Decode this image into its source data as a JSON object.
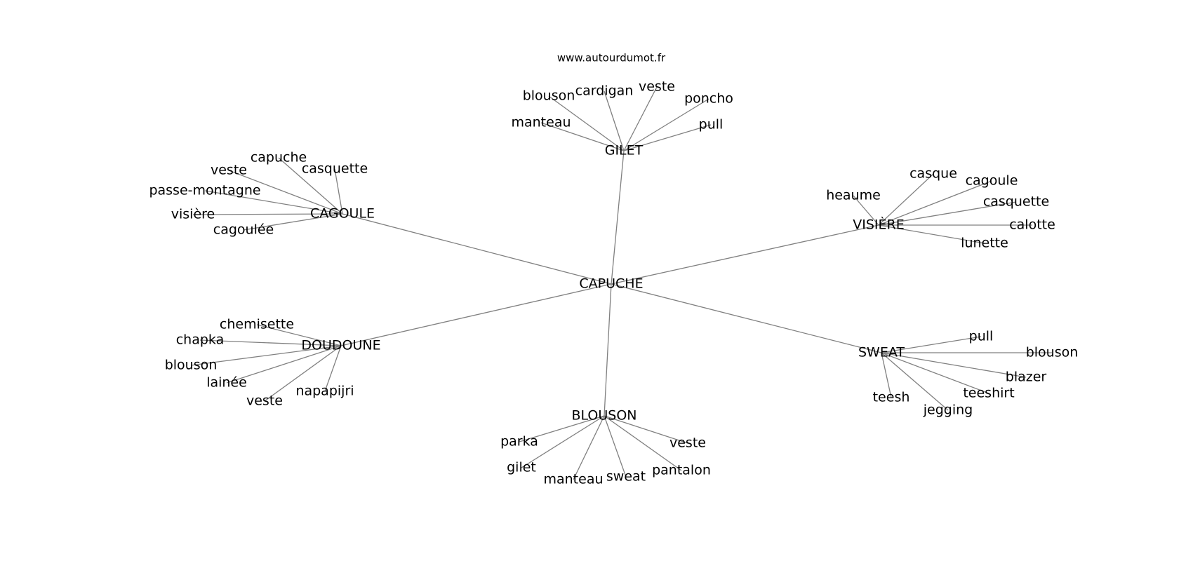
{
  "site": "www.autourdumot.fr",
  "graph": {
    "center": "CAPUCHE",
    "hubs": [
      {
        "id": "gilet",
        "label": "GILET",
        "leaves": [
          "blouson",
          "cardigan",
          "veste",
          "poncho",
          "manteau",
          "pull"
        ]
      },
      {
        "id": "cagoule",
        "label": "CAGOULE",
        "leaves": [
          "capuche",
          "veste",
          "casquette",
          "passe-montagne",
          "visière",
          "cagoulée"
        ]
      },
      {
        "id": "visiere",
        "label": "VISIÈRE",
        "leaves": [
          "casque",
          "heaume",
          "cagoule",
          "casquette",
          "calotte",
          "lunette"
        ]
      },
      {
        "id": "doudoune",
        "label": "DOUDOUNE",
        "leaves": [
          "chemisette",
          "chapka",
          "blouson",
          "lainée",
          "veste",
          "napapijri"
        ]
      },
      {
        "id": "sweat",
        "label": "SWEAT",
        "leaves": [
          "pull",
          "blouson",
          "blazer",
          "teeshirt",
          "teesh",
          "jegging"
        ]
      },
      {
        "id": "blouson",
        "label": "BLOUSON",
        "leaves": [
          "parka",
          "veste",
          "gilet",
          "pantalon",
          "manteau",
          "sweat"
        ]
      }
    ]
  }
}
